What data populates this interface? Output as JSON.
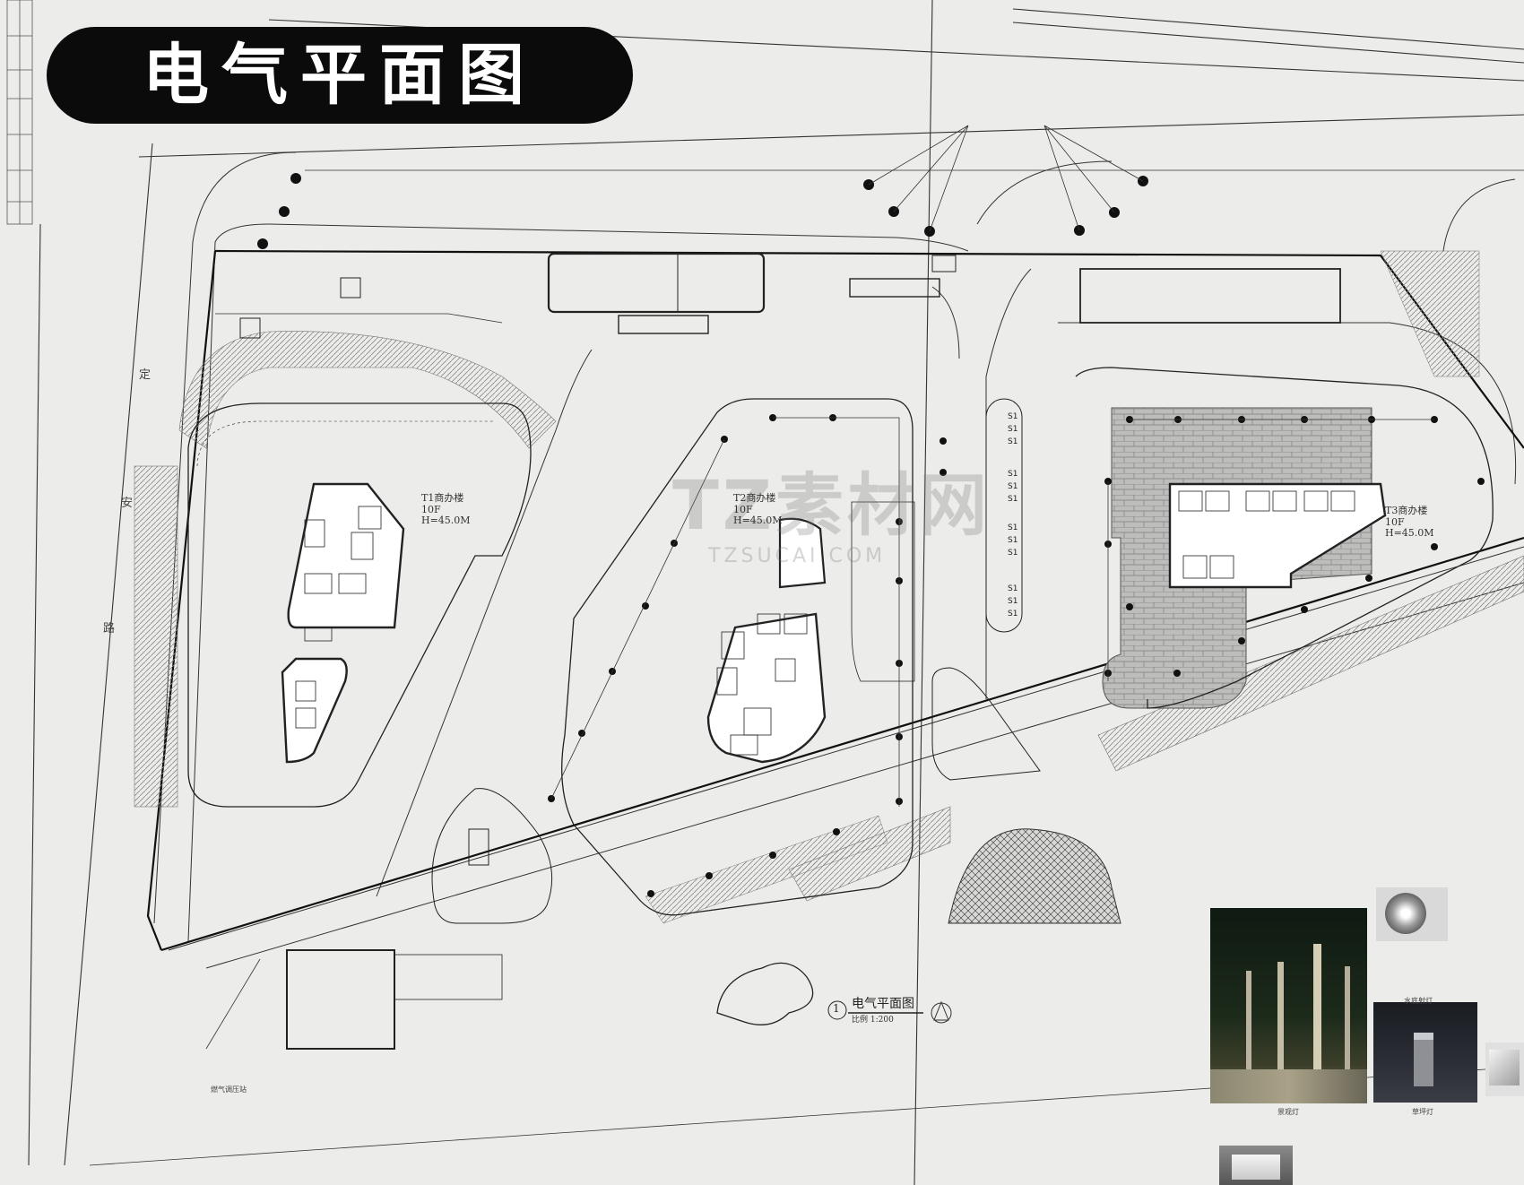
{
  "page": {
    "title": "电气平面图",
    "watermark": "TZ素材网",
    "watermark_url": "TZSUCAI.COM"
  },
  "road": {
    "chars": [
      "定",
      "安",
      "路"
    ]
  },
  "buildings": [
    {
      "name": "T1商办楼",
      "floors": "10F",
      "height": "H=45.0M"
    },
    {
      "name": "T2商办楼",
      "floors": "10F",
      "height": "H=45.0M"
    },
    {
      "name": "T3商办楼",
      "floors": "10F",
      "height": "H=45.0M"
    }
  ],
  "drawing": {
    "number": "1",
    "name": "电气平面图",
    "scale": "比例 1:200",
    "circuit_label": "S1"
  },
  "notes": {
    "bottom_left": "燃气调压站"
  },
  "products": {
    "fixture_a": "景观灯",
    "fixture_b": "草坪灯",
    "fixture_c": "水底射灯"
  },
  "colors": {
    "background": "#ececea",
    "line": "#222222",
    "pill": "#0b0b0b",
    "pill_text": "#ffffff"
  }
}
